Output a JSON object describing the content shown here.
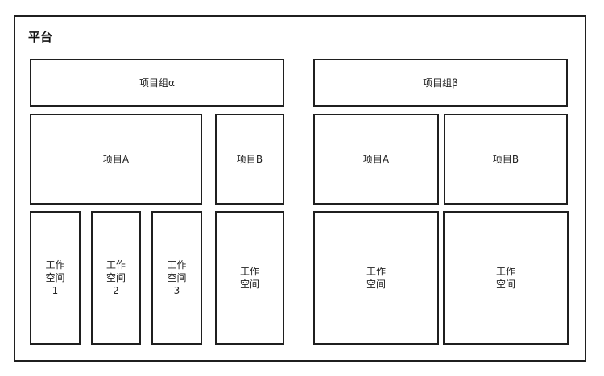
{
  "platform": {
    "title": "平台"
  },
  "group_alpha": {
    "header": "项目组α",
    "project_a": "项目A",
    "project_b": "项目B",
    "ws1": "工作\n空间\n1",
    "ws2": "工作\n空间\n2",
    "ws3": "工作\n空间\n3",
    "ws_b": "工作\n空间"
  },
  "group_beta": {
    "header": "项目组β",
    "project_a": "项目A",
    "project_b": "项目B",
    "ws_a": "工作\n空间",
    "ws_b": "工作\n空间"
  }
}
